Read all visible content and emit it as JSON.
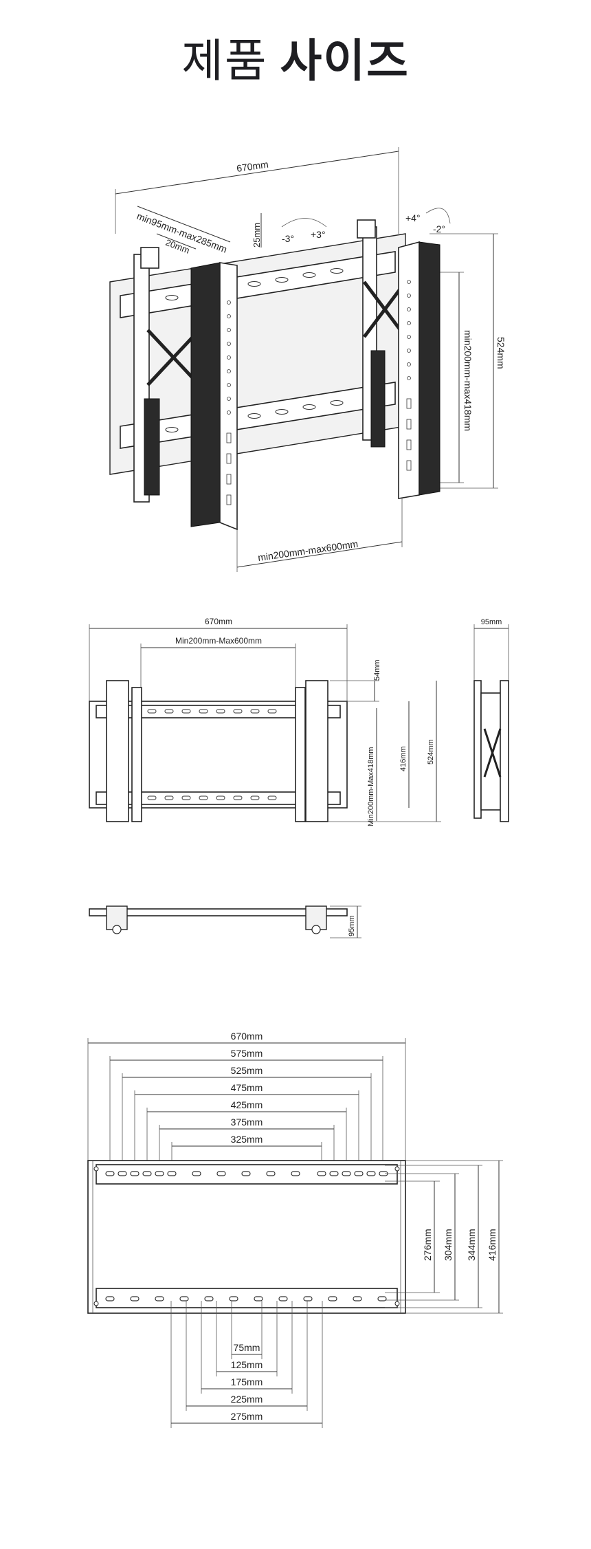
{
  "title": {
    "light": "제품",
    "bold": "사이즈"
  },
  "view1": {
    "width": "670mm",
    "depth_range": "min95mm-max285mm",
    "pop_out": "20mm",
    "adjust": "25mm",
    "tilt_a": "-3°",
    "tilt_b": "+3°",
    "tilt_c": "+4°",
    "tilt_d": "-2°",
    "vertical_range": "min200mm-max418mm",
    "height": "524mm",
    "horizontal_range": "min200mm-max600mm"
  },
  "view2": {
    "width": "670mm",
    "horizontal_range": "Min200mm-Max600mm",
    "top_offset": "54mm",
    "vertical_range": "Min200mm-Max418mm",
    "rail_height": "416mm",
    "height": "524mm",
    "side_depth": "95mm",
    "top_depth": "95mm"
  },
  "view3": {
    "widths": [
      "670mm",
      "575mm",
      "525mm",
      "475mm",
      "425mm",
      "375mm",
      "325mm"
    ],
    "heights": [
      "276mm",
      "304mm",
      "344mm",
      "416mm"
    ],
    "bottom_widths": [
      "75mm",
      "125mm",
      "175mm",
      "225mm",
      "275mm"
    ]
  }
}
